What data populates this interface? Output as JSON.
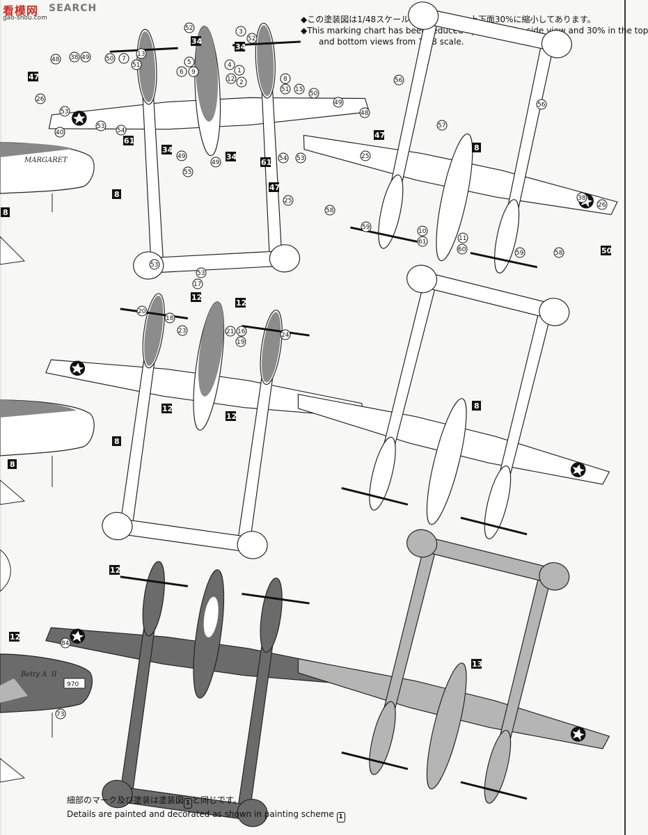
{
  "watermark": {
    "brand": "看模网",
    "site": "SEARCH",
    "url": "gao-shou.com"
  },
  "notes": {
    "jp": "◆この塗装図は1/48スケールを、側面55%、上下面30%に縮小してあります。",
    "en1": "◆This marking chart has been reduced by 55% in the side view and 30% in the top",
    "en2": "and bottom views from 1/48 scale."
  },
  "footer": {
    "jp": "細部のマーク及び塗装は塗装図",
    "jp_tail": "と同じです。",
    "en": "Details are painted and decorated as shown in painting scheme",
    "scheme_symbol": "1"
  },
  "nose_art": {
    "margaret": "MARGARET",
    "betty": "Betty A. II",
    "serial": "970"
  },
  "callouts": {
    "boxes": [
      "34",
      "34",
      "47",
      "47",
      "61",
      "34",
      "34",
      "61",
      "8",
      "8",
      "47",
      "50",
      "8",
      "12",
      "12",
      "12",
      "12",
      "8",
      "8",
      "8",
      "12",
      "12",
      "13"
    ],
    "circles": [
      "52",
      "3",
      "52",
      "48",
      "38",
      "49",
      "50",
      "7",
      "13",
      "51",
      "5",
      "6",
      "9",
      "4",
      "1",
      "12",
      "2",
      "8",
      "51",
      "15",
      "50",
      "49",
      "48",
      "26",
      "53",
      "53",
      "54",
      "49",
      "55",
      "49",
      "54",
      "53",
      "25",
      "40",
      "56",
      "56",
      "57",
      "58",
      "25",
      "38",
      "26",
      "10",
      "11",
      "61",
      "60",
      "59",
      "59",
      "58",
      "53",
      "53",
      "17",
      "20",
      "18",
      "23",
      "21",
      "16",
      "19",
      "24",
      "84",
      "73"
    ]
  },
  "colors": {
    "dark_camo": "#6b6b6b",
    "light": "#ffffff",
    "grey_under": "#b5b5b5",
    "panel": "#5a5a5a"
  }
}
